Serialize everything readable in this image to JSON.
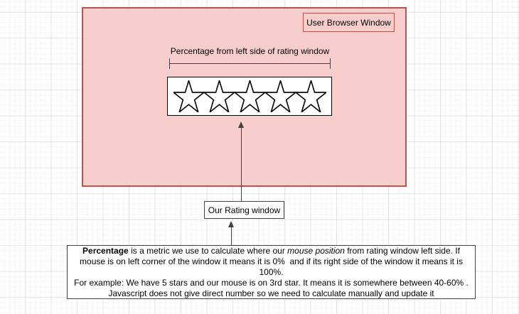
{
  "diagram": {
    "browser_window_label": "User Browser Window",
    "measure_label": "Percentage from left side of rating window",
    "rating_window_label": "Our Rating window",
    "rating_stars": 5,
    "colors": {
      "window_fill": "#f8cecc",
      "window_border": "#b85450",
      "shape_border": "#424242",
      "arrow": "#424242",
      "star_stroke": "#000000"
    }
  },
  "note": {
    "bold_lead": "Percentage",
    "after_bold": " is a metric we use to calculate where our ",
    "italic_phrase": "mouse position",
    "after_italic": " from rating window left side. If mouse is on left corner of the window it means it is 0%  and if its right side of the window it means it is 100%.",
    "example_line": "For example: We have 5 stars and our mouse is on 3rd star. It means it is somewhere between 40-60% . Javascript does not give direct number so we need to calculate manually and update it"
  }
}
